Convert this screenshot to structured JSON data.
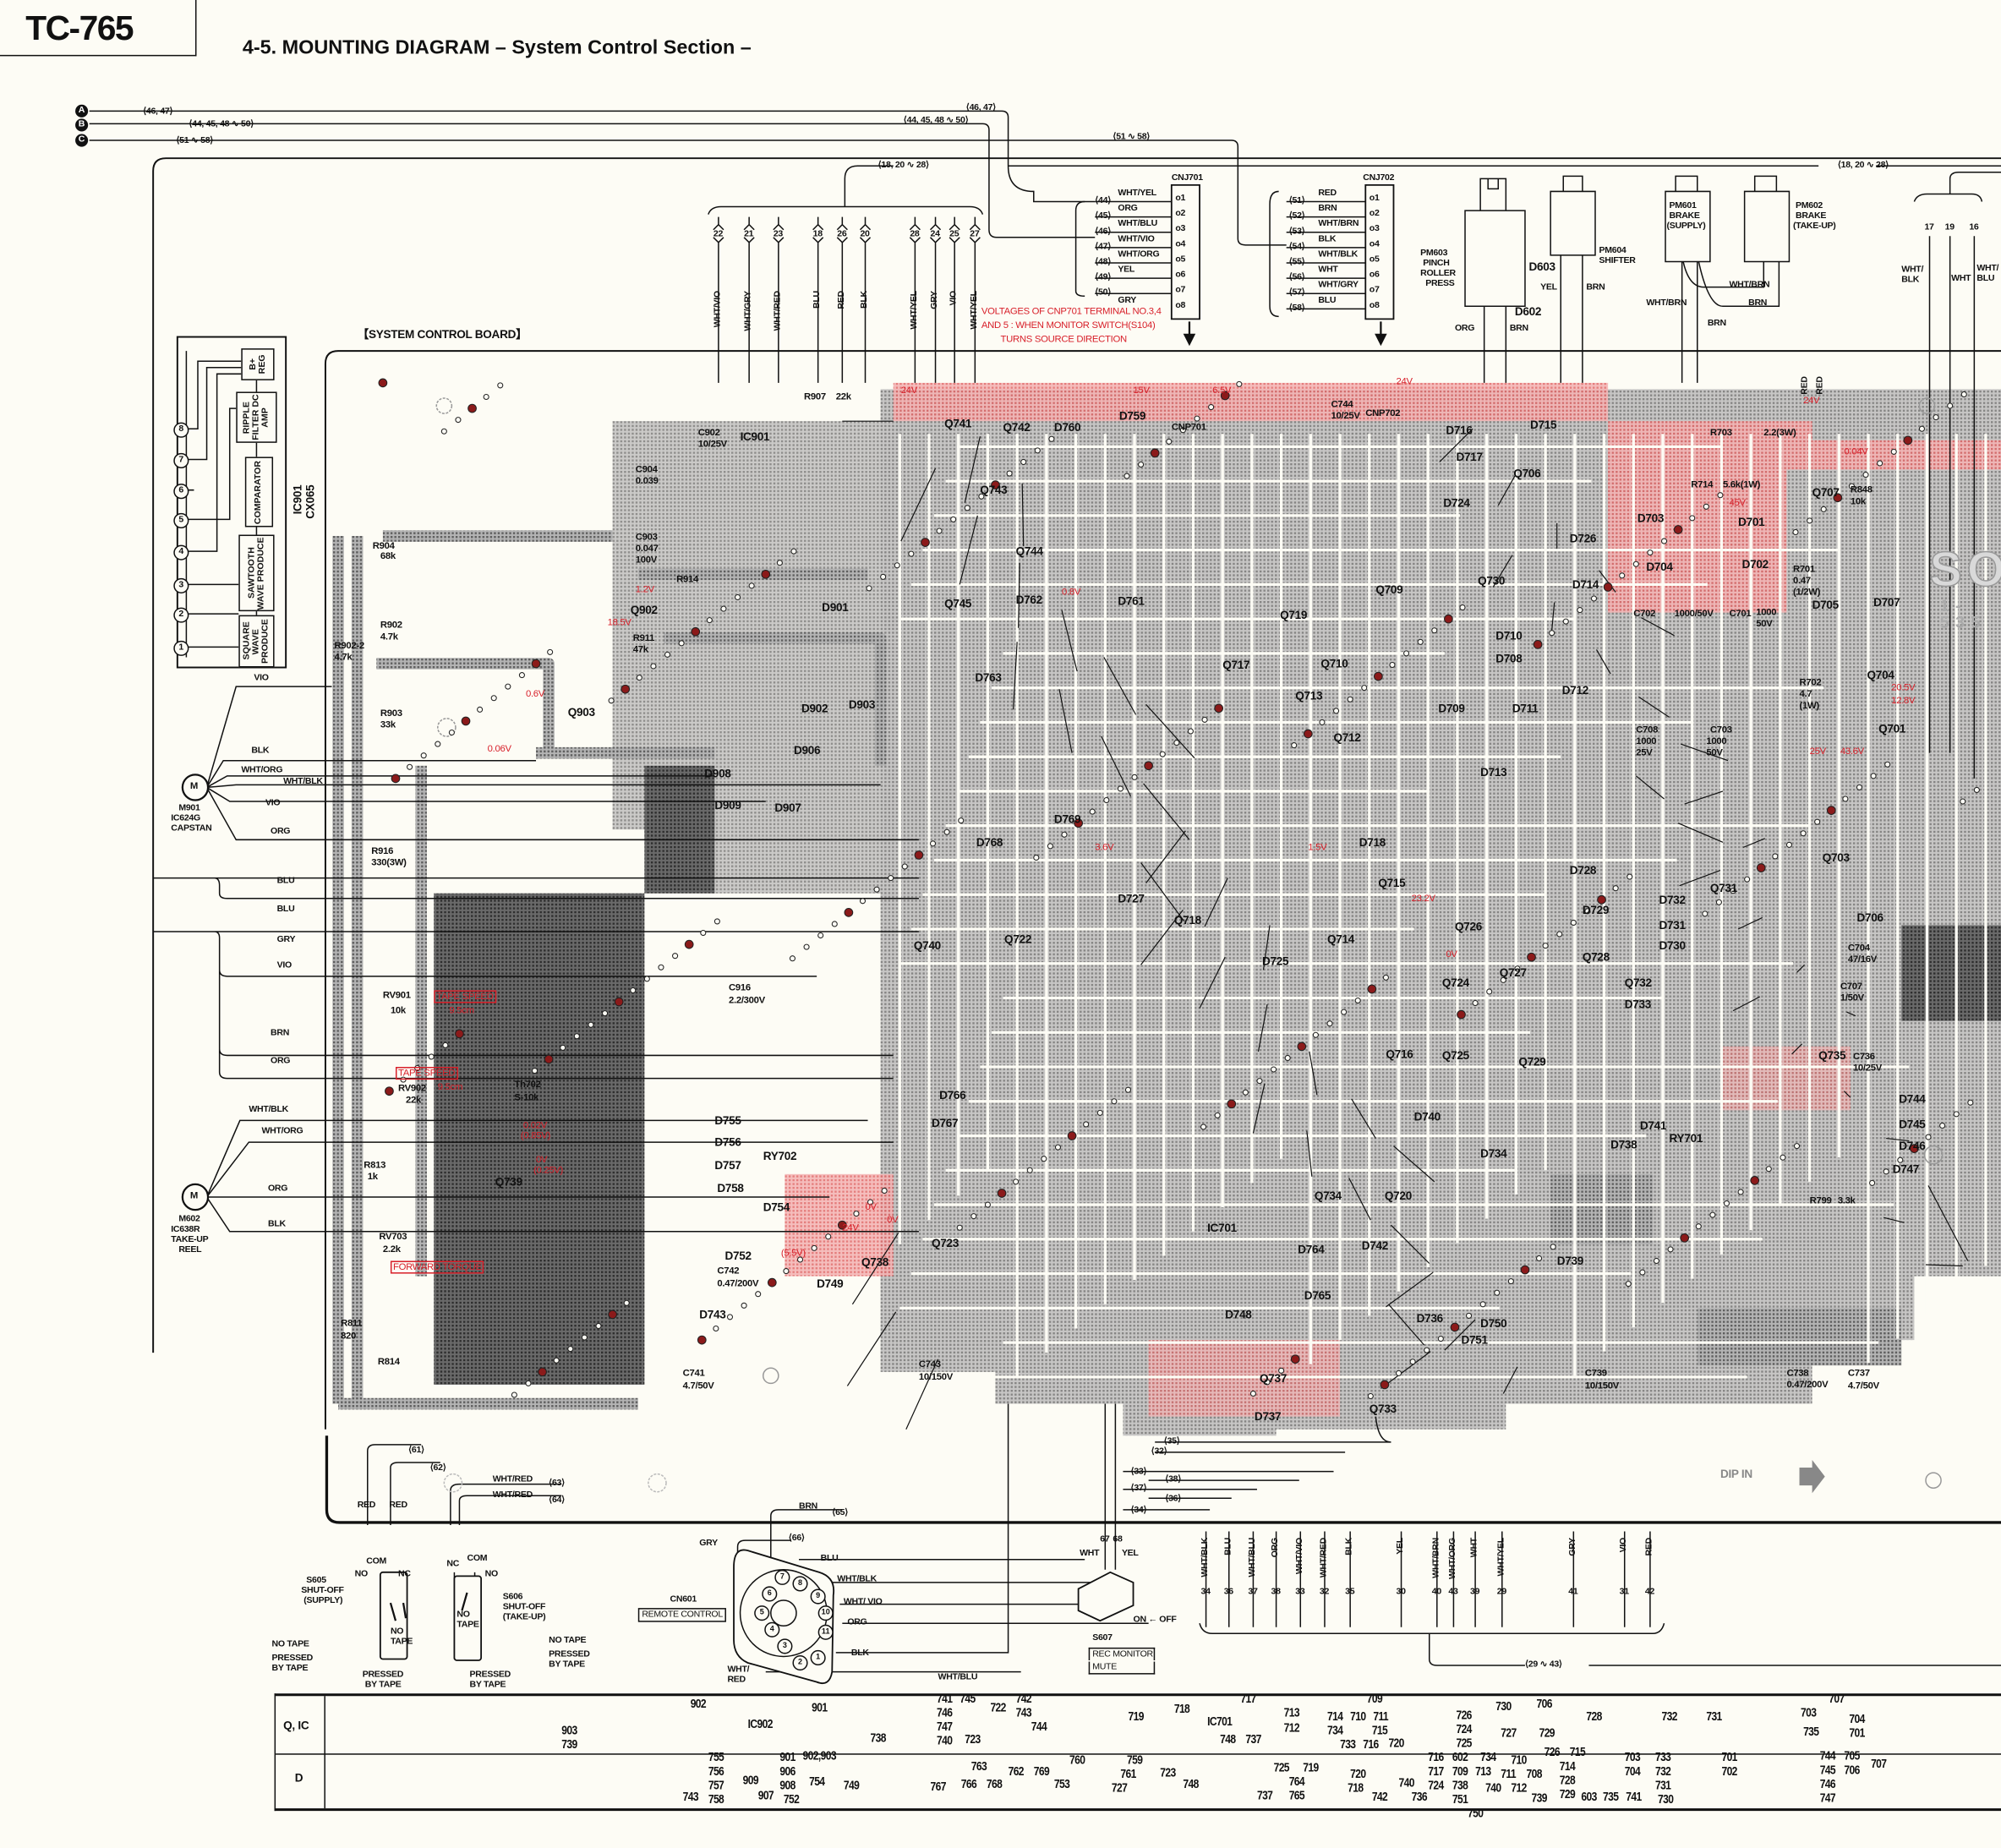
{
  "header": {
    "model": "TC-765",
    "title": "4-5.  MOUNTING DIAGRAM  – System Control Section –"
  },
  "bus_markers": [
    "A",
    "B",
    "C"
  ],
  "bus_labels": [
    "⟨46, 47⟩",
    "⟨44, 45, 48 ∿ 50⟩",
    "⟨51 ∿ 58⟩",
    "⟨46, 47⟩",
    "⟨44, 45, 48 ∿ 50⟩",
    "⟨51 ∿ 58⟩",
    "⟨18, 20 ∿ 28⟩",
    "⟨18, 20 ∿ 28⟩"
  ],
  "top_wire_numbers": [
    "22",
    "21",
    "23",
    "18",
    "26",
    "20",
    "28",
    "24",
    "25",
    "27"
  ],
  "top_wire_colors": [
    "WHT/VIO",
    "WHT/GRY",
    "WHT/RED",
    "BLU",
    "RED",
    "BLK",
    "WHT/YEL",
    "GRY",
    "VIO",
    "WHT/YEL"
  ],
  "voltage_note": [
    "VOLTAGES OF CNP701 TERMINAL NO.3,4",
    "AND 5 : WHEN MONITOR SWITCH(S104)",
    "TURNS SOURCE DIRECTION"
  ],
  "cnj701": {
    "name": "CNJ701",
    "pins": [
      "o1",
      "o2",
      "o3",
      "o4",
      "o5",
      "o6",
      "o7",
      "o8"
    ],
    "wire_numbers": [
      "⟨44⟩",
      "⟨45⟩",
      "⟨46⟩",
      "⟨47⟩",
      "⟨48⟩",
      "⟨49⟩",
      "⟨50⟩"
    ],
    "wire_colors": [
      "WHT/YEL",
      "ORG",
      "WHT/BLU",
      "WHT/VIO",
      "WHT/ORG",
      "YEL",
      "GRY"
    ]
  },
  "cnj702": {
    "name": "CNJ702",
    "pins": [
      "o1",
      "o2",
      "o3",
      "o4",
      "o5",
      "o6",
      "o7",
      "o8"
    ],
    "wire_numbers": [
      "⟨51⟩",
      "⟨52⟩",
      "⟨53⟩",
      "⟨54⟩",
      "⟨55⟩",
      "⟨56⟩",
      "⟨57⟩",
      "⟨58⟩"
    ],
    "wire_colors": [
      "RED",
      "BRN",
      "WHT/BRN",
      "BLK",
      "WHT/BLK",
      "WHT",
      "WHT/GRY",
      "BLU"
    ]
  },
  "plungers": [
    "PM603",
    "PINCH",
    "ROLLER",
    "PRESS",
    "PM604",
    "SHIFTER",
    "PM601",
    "BRAKE",
    "(SUPPLY)",
    "PM602",
    "BRAKE",
    "(TAKE-UP)"
  ],
  "plunger_wires": [
    "D603",
    "YEL",
    "BRN",
    "D602",
    "ORG",
    "BRN",
    "WHT/BRN",
    "BRN",
    "WHT/BRN",
    "BRN"
  ],
  "right_drops": {
    "numbers": [
      "17",
      "19",
      "16"
    ],
    "colors": [
      "WHT/",
      "BLK",
      "WHT",
      "WHT/",
      "BLU"
    ],
    "red_labels": [
      "RED",
      "RED"
    ]
  },
  "ic901": {
    "name": [
      "IC901",
      "CX065"
    ],
    "pins": [
      "8",
      "7",
      "6",
      "5",
      "4",
      "3",
      "2",
      "1"
    ],
    "blocks": [
      "B+ REG",
      "RIPPLE FILTER DC AMP",
      "COMPARATOR",
      "SAWTOOTH WAVE PRODUCE",
      "SQUARE WAVE PRODUCE"
    ]
  },
  "board_title": "【SYSTEM CONTROL BOARD】",
  "motors": {
    "capstan": [
      "M",
      "M901",
      "IC624G",
      "CAPSTAN"
    ],
    "takeup": [
      "M",
      "M602",
      "IC638R",
      "TAKE-UP",
      "REEL"
    ]
  },
  "left_wires": [
    "VIO",
    "BLK",
    "WHT/ORG",
    "WHT/BLK",
    "VIO",
    "ORG",
    "BLU",
    "BLU",
    "GRY",
    "VIO",
    "BRN",
    "ORG",
    "WHT/BLK",
    "WHT/ORG",
    "ORG",
    "BLK"
  ],
  "adjustments": [
    "TAPE SPEED",
    "9.5cm",
    "TAPE SPEED",
    "9.5cm",
    "FORWARD TORQUE"
  ],
  "components": [
    "R904",
    "68k",
    "R902",
    "4.7k",
    "R902-2",
    "4.7k",
    "R903",
    "33k",
    "R916",
    "330(3W)",
    "RV901",
    "10k",
    "RV902",
    "22k",
    "R813",
    "1k",
    "RV703",
    "2.2k",
    "R811",
    "820",
    "R814",
    "Q903",
    "Q902",
    "Q739",
    "Th702",
    "S-10k",
    "D908",
    "D909",
    "D907",
    "D906",
    "D902",
    "D903",
    "D901",
    "IC901",
    "D755",
    "D756",
    "D757",
    "D758",
    "D754",
    "D752",
    "D749",
    "Q738",
    "D743",
    "C741",
    "4.7/50V",
    "C742",
    "0.47/200V",
    "RY702",
    "C743",
    "10/150V",
    "Q723",
    "D767",
    "D766",
    "Q740",
    "Q722",
    "D768",
    "D769",
    "Q741",
    "Q742",
    "D760",
    "D759",
    "Q743",
    "Q744",
    "D762",
    "D763",
    "D761",
    "Q745",
    "C916",
    "2.2/300V",
    "D727",
    "Q718",
    "D725",
    "Q714",
    "Q715",
    "D718",
    "Q716",
    "D740",
    "D734",
    "Q734",
    "Q720",
    "D742",
    "D736",
    "D751",
    "D750",
    "D737",
    "Q737",
    "Q733",
    "D748",
    "D765",
    "D764",
    "IC701",
    "Q710",
    "Q712",
    "Q713",
    "Q717",
    "Q719",
    "Q709",
    "D710",
    "D708",
    "D711",
    "D709",
    "D712",
    "D713",
    "D714",
    "D726",
    "D715",
    "D716",
    "D717",
    "D724",
    "Q706",
    "Q730",
    "Q707",
    "R848",
    "10k",
    "D703",
    "D704",
    "D701",
    "D702",
    "R701",
    "0.47",
    "(1/2W)",
    "D705",
    "D707",
    "Q704",
    "Q701",
    "R703",
    "2.2(3W)",
    "R714",
    "5.6k(1W)",
    "C702",
    "1000/50V",
    "C701",
    "1000",
    "50V",
    "C708",
    "1000",
    "25V",
    "C703",
    "1000",
    "50V",
    "R702",
    "4.7",
    "(1W)",
    "Q703",
    "D706",
    "Q731",
    "D732",
    "D731",
    "D730",
    "Q732",
    "D733",
    "D729",
    "D728",
    "Q728",
    "Q729",
    "Q727",
    "Q726",
    "Q725",
    "Q724",
    "Q735",
    "D744",
    "D745",
    "D746",
    "D747",
    "RY701",
    "D738",
    "D741",
    "D739",
    "C739",
    "10/150V",
    "C737",
    "4.7/50V",
    "C738",
    "0.47/200V",
    "CNP701",
    "CNP702",
    "C744",
    "10/25V",
    "R907",
    "22k",
    "C902",
    "10/25V",
    "C904",
    "0.039",
    "C903",
    "0.047",
    "100V",
    "R914",
    "R911",
    "47k",
    "C736",
    "10/25V",
    "C704",
    "47/16V",
    "C707",
    "1/50V",
    "R799",
    "3.3k"
  ],
  "voltages": [
    "24V",
    "15V",
    "6.5V",
    "24V",
    "1.2V",
    "18.5V",
    "0.6V",
    "0.06V",
    "0.02V",
    "(0.85V)",
    "0V",
    "(0.25V)",
    "24V",
    "(5.5V)",
    "24V",
    "0V",
    "0V",
    "45V",
    "0.04V",
    "20.5V",
    "12.8V",
    "25V",
    "43.6V",
    "23.2V",
    "0V",
    "1.5V",
    "3.6V",
    "0.8V"
  ],
  "bottom_bus": [
    "⟨61⟩",
    "⟨62⟩",
    "WHT/RED",
    "⟨63⟩",
    "WHT/RED",
    "⟨64⟩",
    "BRN",
    "⟨65⟩",
    "⟨66⟩",
    "GRY",
    "RED",
    "RED",
    "⟨35⟩",
    "⟨32⟩",
    "⟨33⟩",
    "⟨38⟩",
    "⟨37⟩",
    "⟨36⟩",
    "⟨34⟩"
  ],
  "s605": {
    "name": [
      "S605",
      "SHUT-OFF",
      "(SUPPLY)"
    ],
    "terminals": [
      "COM",
      "NO",
      "NC"
    ],
    "states": [
      "NO",
      "TAPE",
      "NO TAPE",
      "PRESSED",
      "BY TAPE",
      "PRESSED",
      "BY TAPE"
    ]
  },
  "s606": {
    "name": [
      "S606",
      "SHUT-OFF",
      "(TAKE-UP)"
    ],
    "terminals": [
      "NC",
      "COM",
      "NO"
    ],
    "states": [
      "NO",
      "TAPE",
      "NO TAPE",
      "PRESSED",
      "BY TAPE",
      "PRESSED",
      "BY TAPE"
    ]
  },
  "cn601": {
    "name": "CN601",
    "title": "REMOTE CONTROL",
    "pins": [
      "1",
      "2",
      "3",
      "4",
      "5",
      "6",
      "7",
      "8",
      "9",
      "10",
      "11"
    ],
    "wires": [
      "BLU",
      "WHT/BLK",
      "WHT/ VIO",
      "ORG",
      "BLK",
      "WHT/",
      "RED",
      "WHT/BLU"
    ]
  },
  "s607": {
    "name": "S607",
    "title": [
      "REC MONITOR",
      "MUTE"
    ],
    "wires": [
      "67",
      "68",
      "WHT",
      "YEL"
    ],
    "state": "ON ← OFF"
  },
  "bottom_drops": {
    "numbers": [
      "34",
      "36",
      "37",
      "38",
      "33",
      "32",
      "35",
      "30",
      "40",
      "43",
      "39",
      "29",
      "41",
      "31",
      "42"
    ],
    "colors": [
      "WHT/BLK",
      "BLU",
      "WHT/BLU",
      "ORG",
      "WHT/VIO",
      "WHT/RED",
      "BLK",
      "YEL",
      "WHT/BRN",
      "WHT/ORG",
      "WHT",
      "WHT/YEL",
      "GRY",
      "VIO",
      "RED"
    ],
    "group": "⟨29 ∿ 43⟩"
  },
  "dip_in": "DIP  IN",
  "watermark": [
    "SO",
    "1-535"
  ],
  "locator_table": {
    "row_labels": [
      "Q, IC",
      "D"
    ],
    "qic": [
      "902",
      "901",
      "903",
      "739",
      "IC902",
      "738",
      "741",
      "745",
      "746",
      "747",
      "740",
      "723",
      "722",
      "742",
      "743",
      "744",
      "719",
      "718",
      "IC701",
      "748",
      "737",
      "717",
      "713",
      "712",
      "709",
      "714",
      "710",
      "711",
      "734",
      "715",
      "733",
      "716",
      "720",
      "726",
      "724",
      "725",
      "730",
      "706",
      "727",
      "729",
      "728",
      "732",
      "731",
      "707",
      "703",
      "704",
      "735",
      "701"
    ],
    "d": [
      "755",
      "756",
      "757",
      "758",
      "743",
      "909",
      "901",
      "906",
      "908",
      "907",
      "752",
      "902,903",
      "754",
      "749",
      "763",
      "762",
      "769",
      "760",
      "767",
      "766",
      "768",
      "753",
      "759",
      "761",
      "727",
      "723",
      "748",
      "725",
      "719",
      "764",
      "737",
      "765",
      "720",
      "718",
      "742",
      "740",
      "736",
      "716",
      "717",
      "724",
      "602",
      "709",
      "738",
      "751",
      "734",
      "710",
      "713",
      "711",
      "740",
      "750",
      "708",
      "712",
      "726",
      "715",
      "714",
      "728",
      "729",
      "739",
      "603",
      "735",
      "741",
      "703",
      "704",
      "733",
      "732",
      "731",
      "730",
      "701",
      "702",
      "744",
      "705",
      "707",
      "745",
      "706",
      "746",
      "747"
    ]
  },
  "colors": {
    "ink": "#111111",
    "voltage_red": "#d8202a",
    "copper": "#8c8c8c",
    "paper": "#fdfcf5"
  }
}
